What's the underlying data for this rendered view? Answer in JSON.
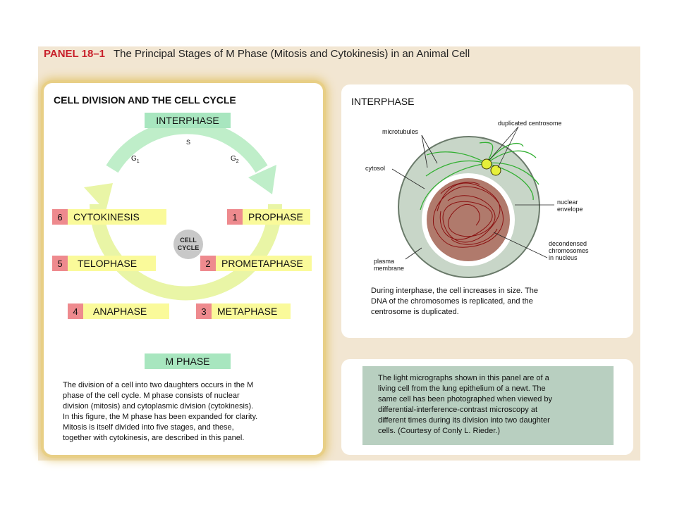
{
  "panel": {
    "label": "PANEL 18–1",
    "title": "The Principal Stages of M Phase (Mitosis and Cytokinesis) in an Animal Cell"
  },
  "cell_cycle": {
    "title": "CELL DIVISION AND THE CELL CYCLE",
    "interphase_label": "INTERPHASE",
    "m_phase_label": "M PHASE",
    "s_label": "S",
    "g1_label": "G",
    "g1_sub": "1",
    "g2_label": "G",
    "g2_sub": "2",
    "center_line1": "CELL",
    "center_line2": "CYCLE",
    "phases": [
      {
        "num": "1",
        "name": "PROPHASE"
      },
      {
        "num": "2",
        "name": "PROMETAPHASE"
      },
      {
        "num": "3",
        "name": "METAPHASE"
      },
      {
        "num": "4",
        "name": "ANAPHASE"
      },
      {
        "num": "5",
        "name": "TELOPHASE"
      },
      {
        "num": "6",
        "name": "CYTOKINESIS"
      }
    ],
    "description": [
      "The division of a cell into two daughters occurs in the M",
      "phase of the cell cycle. M phase consists of nuclear",
      "division (mitosis) and cytoplasmic division (cytokinesis).",
      "In this figure, the M phase has been expanded for clarity.",
      "Mitosis is itself divided into five stages, and these,",
      "together with cytokinesis, are described in this panel."
    ]
  },
  "interphase": {
    "title": "INTERPHASE",
    "annotations": {
      "microtubules": "microtubules",
      "duplicated_centrosome": "duplicated centrosome",
      "cytosol": "cytosol",
      "nuclear_envelope_1": "nuclear",
      "nuclear_envelope_2": "envelope",
      "decondensed_1": "decondensed",
      "decondensed_2": "chromosomes",
      "decondensed_3": "in nucleus",
      "plasma_1": "plasma",
      "plasma_2": "membrane"
    },
    "description": [
      "During interphase, the cell increases in size. The",
      "DNA of the chromosomes is replicated, and the",
      "centrosome is duplicated."
    ]
  },
  "micrographs": {
    "text": [
      "The light micrographs shown in this panel are of a",
      "living cell from the lung epithelium of a newt. The",
      "same cell has been photographed when viewed by",
      "differential-interference-contrast microscopy at",
      "different times during its division into two daughter",
      "cells. (Courtesy of Conly L. Rieder.)"
    ]
  },
  "colors": {
    "panel_label": "#c8202a",
    "panel_bg": "#f2e6d2",
    "green_arrow": "#bfeec9",
    "yellow_arrow": "#e9f5a6",
    "phase_num": "#ee8a8e",
    "phase_name": "#fafa9a",
    "nucleus": "#b07a6c",
    "chromatin": "#8a1010"
  }
}
